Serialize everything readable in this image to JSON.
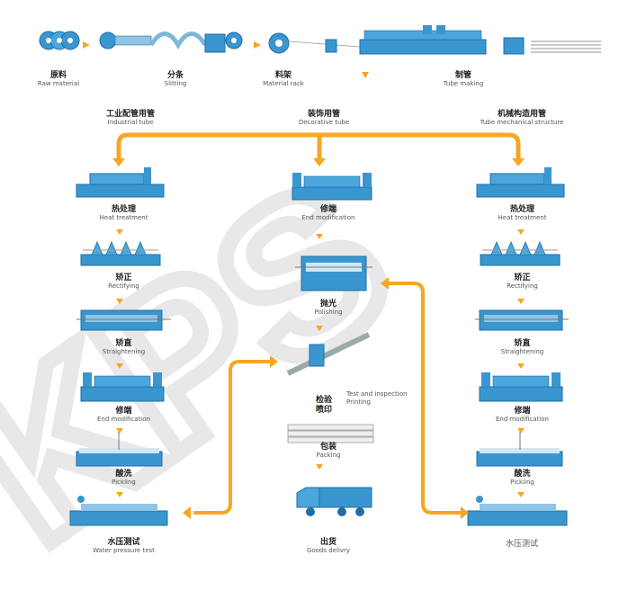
{
  "colors": {
    "machine": "#3a96cf",
    "machine_dark": "#1f6fa6",
    "arrow": "#f5a623",
    "flow": "#f5a623",
    "watermark": "#e6e6e6"
  },
  "watermark": {
    "text": "KPS"
  },
  "top_row": {
    "raw_material": {
      "zh": "原料",
      "en": "Raw material"
    },
    "slitting": {
      "zh": "分条",
      "en": "Slitting"
    },
    "material_rack": {
      "zh": "料架",
      "en": "Material rack"
    },
    "tube_making": {
      "zh": "制管",
      "en": "Tube making"
    }
  },
  "branches": {
    "industrial": {
      "zh": "工业配管用管",
      "en": "Industrial tube"
    },
    "decorative": {
      "zh": "装饰用管",
      "en": "Decorative tube"
    },
    "mechanical": {
      "zh": "机械构造用管",
      "en": "Tube mechanical structure"
    }
  },
  "left_steps": [
    {
      "zh": "热处理",
      "en": "Heat treatment",
      "icon": "furnace-icon"
    },
    {
      "zh": "矫正",
      "en": "Rectifying",
      "icon": "rectifier-icon"
    },
    {
      "zh": "矫直",
      "en": "Straightening",
      "icon": "straightener-icon"
    },
    {
      "zh": "修端",
      "en": "End modification",
      "icon": "end-trimmer-icon"
    },
    {
      "zh": "酸洗",
      "en": "Pickling",
      "icon": "pickling-tank-icon"
    },
    {
      "zh": "水压测试",
      "en": "Water pressure test",
      "icon": "pressure-tester-icon"
    }
  ],
  "middle_steps": [
    {
      "zh": "修端",
      "en": "End modification",
      "icon": "end-trimmer-icon"
    },
    {
      "zh": "抛光",
      "en": "Polishing",
      "icon": "polisher-icon"
    },
    {
      "zh": "检验\n喷印",
      "en": "Test and inspection\nPrinting",
      "icon": "caliper-icon"
    },
    {
      "zh": "包装",
      "en": "Packing",
      "icon": "tube-bundle-icon"
    },
    {
      "zh": "出货",
      "en": "Goods delivry",
      "icon": "truck-icon"
    }
  ],
  "right_steps": [
    {
      "zh": "热处理",
      "en": "Heat treatment",
      "icon": "furnace-icon"
    },
    {
      "zh": "矫正",
      "en": "Rectifying",
      "icon": "rectifier-icon"
    },
    {
      "zh": "矫直",
      "en": "Straightening",
      "icon": "straightener-icon"
    },
    {
      "zh": "修端",
      "en": "End modification",
      "icon": "end-trimmer-icon"
    },
    {
      "zh": "酸洗",
      "en": "Pickling",
      "icon": "pickling-tank-icon"
    },
    {
      "zh": "水压测试",
      "en": "",
      "icon": "pressure-tester-icon"
    }
  ]
}
